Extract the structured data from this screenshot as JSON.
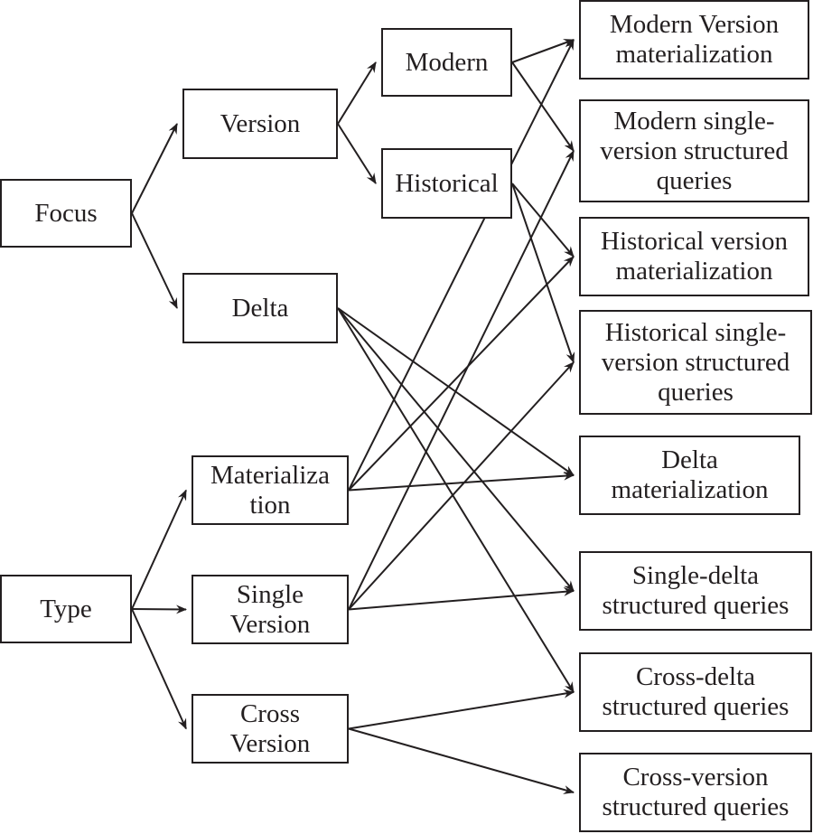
{
  "diagram": {
    "nodes": {
      "focus": "Focus",
      "type": "Type",
      "version": "Version",
      "delta": "Delta",
      "modern": "Modern",
      "historical": "Historical",
      "materialization": "Materializa\ntion",
      "single_version": "Single\nVersion",
      "cross_version": "Cross\nVersion",
      "out_modern_mat": "Modern Version\nmaterialization",
      "out_modern_sv": "Modern single-\nversion structured\nqueries",
      "out_hist_mat": "Historical version\nmaterialization",
      "out_hist_sv": "Historical single-\nversion structured\nqueries",
      "out_delta_mat": "Delta\nmaterialization",
      "out_single_delta": "Single-delta\nstructured queries",
      "out_cross_delta": "Cross-delta\nstructured queries",
      "out_cross_version": "Cross-version\nstructured queries"
    },
    "edges": [
      [
        "focus",
        "version"
      ],
      [
        "focus",
        "delta"
      ],
      [
        "version",
        "modern"
      ],
      [
        "version",
        "historical"
      ],
      [
        "type",
        "materialization"
      ],
      [
        "type",
        "single_version"
      ],
      [
        "type",
        "cross_version"
      ],
      [
        "modern",
        "out_modern_mat"
      ],
      [
        "modern",
        "out_modern_sv"
      ],
      [
        "historical",
        "out_hist_mat"
      ],
      [
        "historical",
        "out_hist_sv"
      ],
      [
        "delta",
        "out_delta_mat"
      ],
      [
        "delta",
        "out_single_delta"
      ],
      [
        "delta",
        "out_cross_delta"
      ],
      [
        "materialization",
        "out_modern_mat"
      ],
      [
        "materialization",
        "out_hist_mat"
      ],
      [
        "materialization",
        "out_delta_mat"
      ],
      [
        "single_version",
        "out_modern_sv"
      ],
      [
        "single_version",
        "out_hist_sv"
      ],
      [
        "single_version",
        "out_single_delta"
      ],
      [
        "cross_version",
        "out_cross_delta"
      ],
      [
        "cross_version",
        "out_cross_version"
      ]
    ]
  }
}
